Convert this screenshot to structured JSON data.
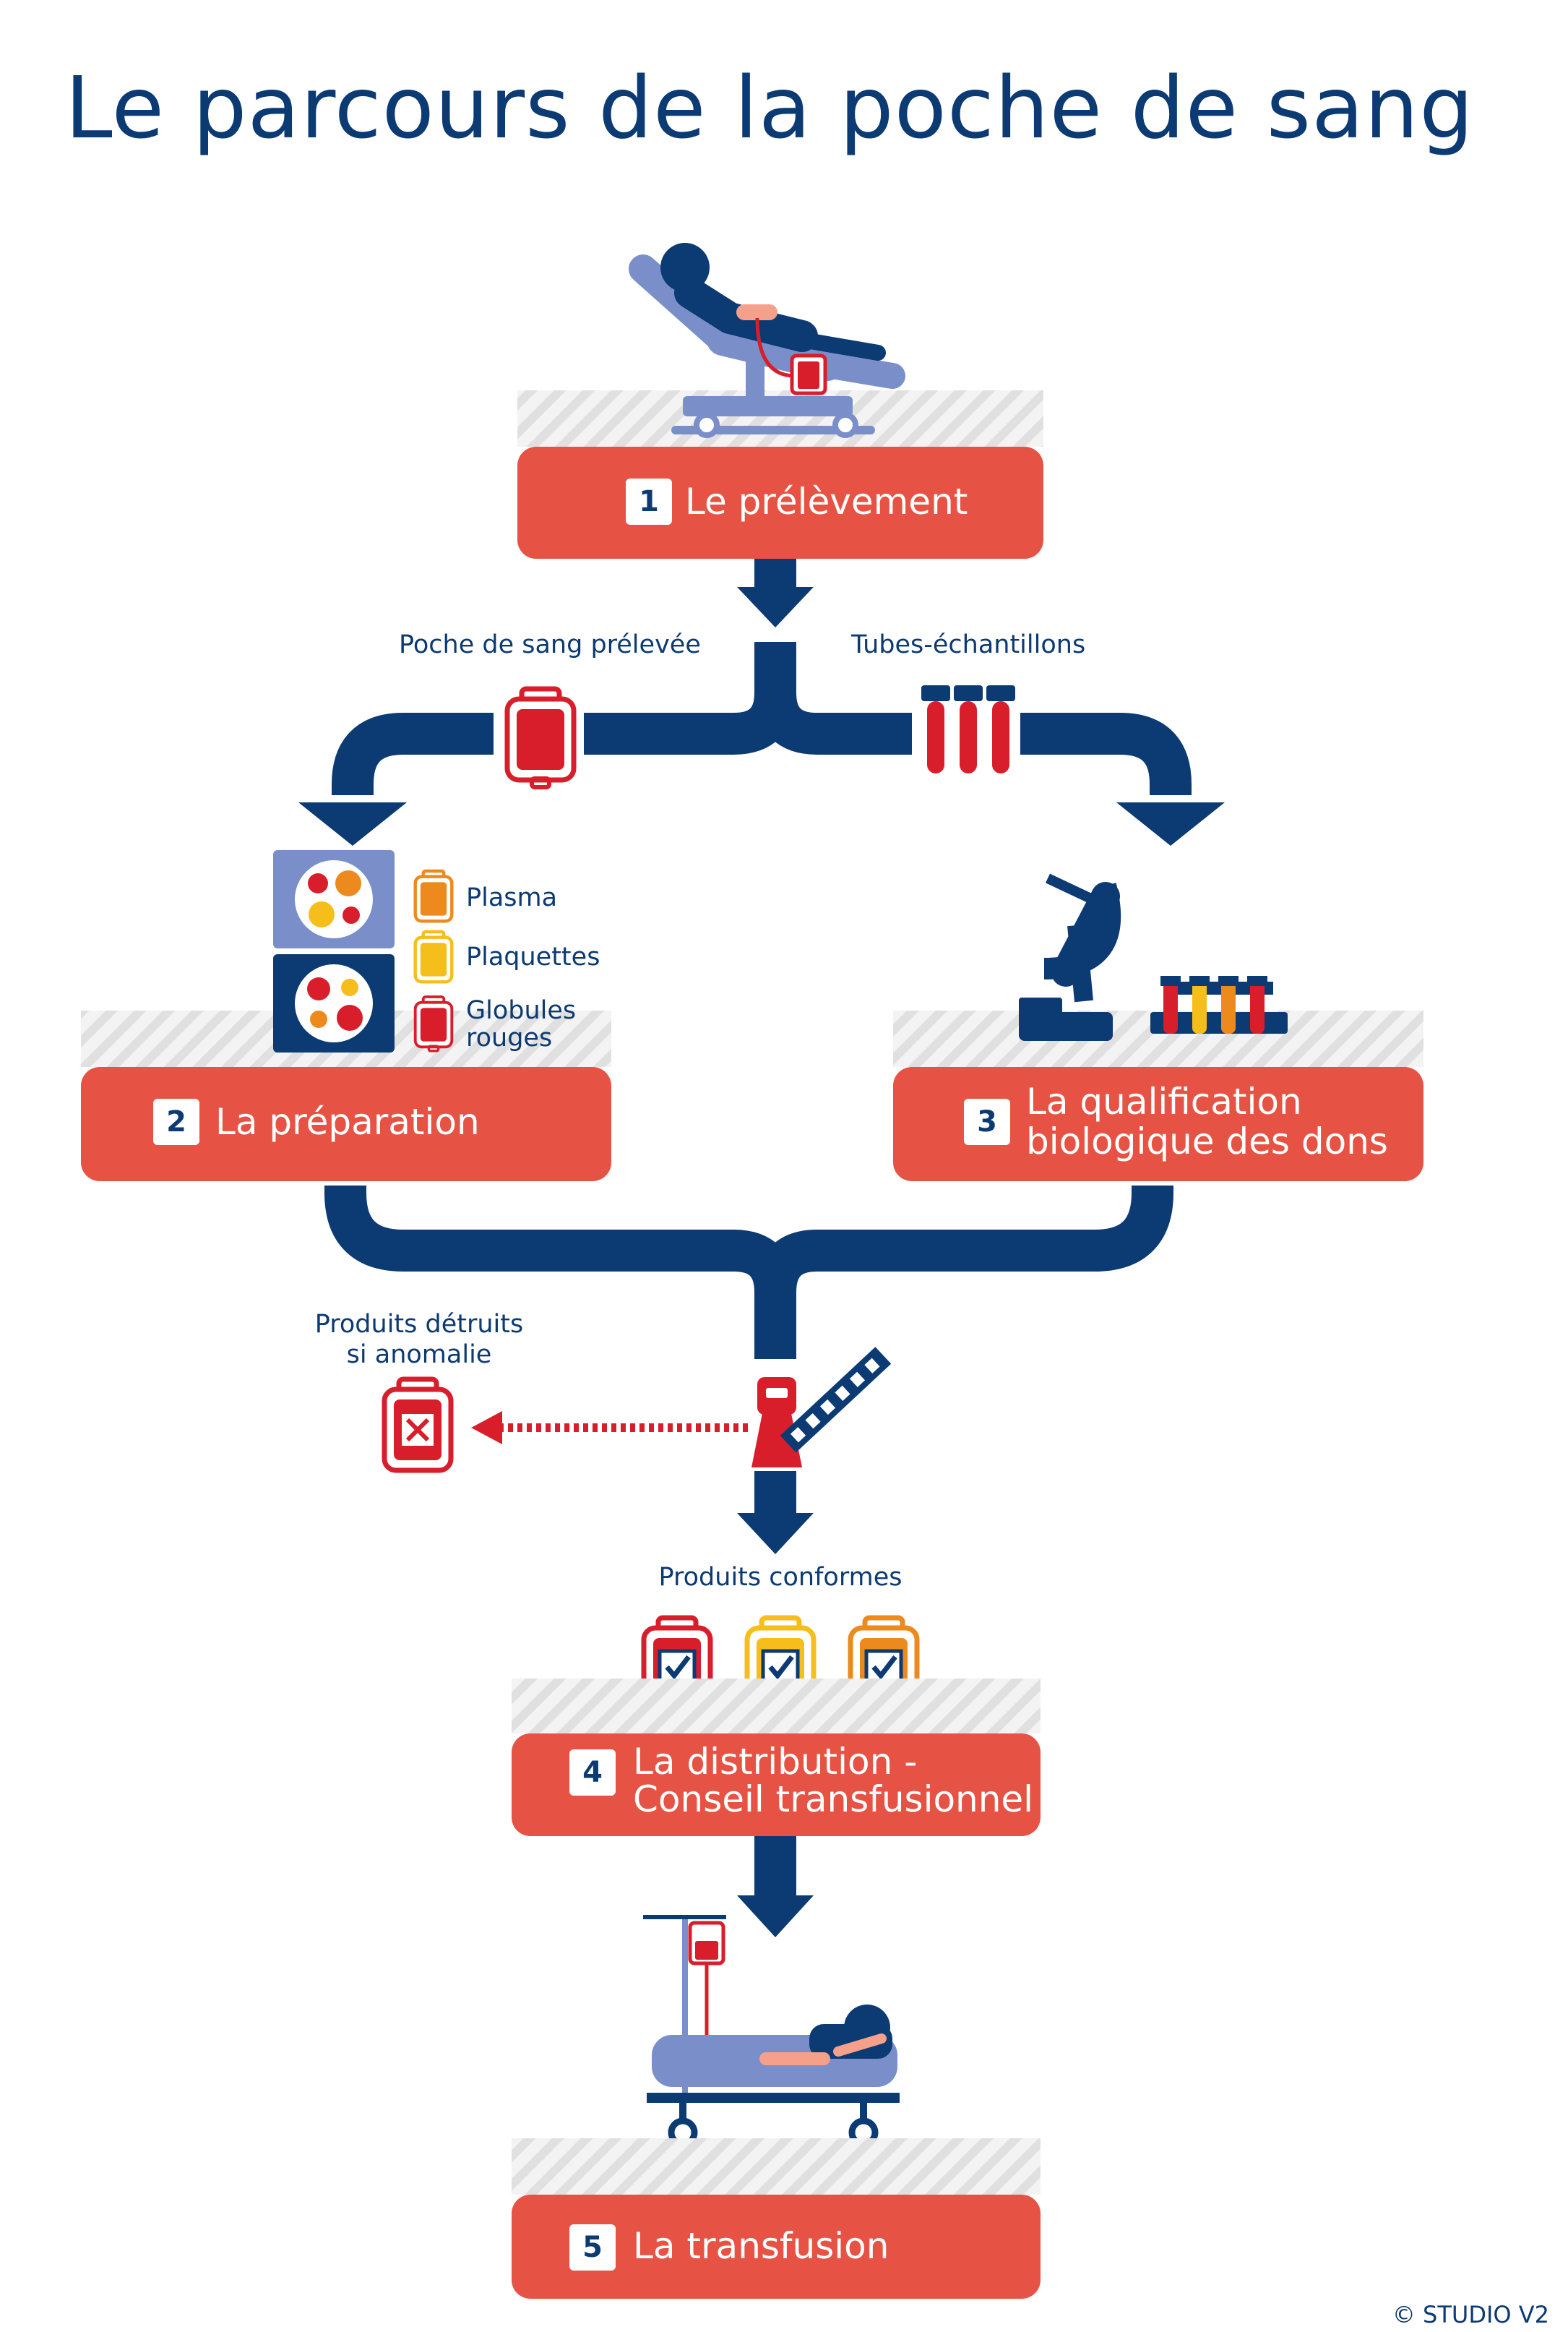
{
  "title": "Le parcours de la poche de sang",
  "stages": [
    {
      "number": "1",
      "label": "Le prélèvement"
    },
    {
      "number": "2",
      "label": "La préparation"
    },
    {
      "number": "3",
      "label_line1": "La qualification",
      "label_line2": "biologique des dons"
    },
    {
      "number": "4",
      "label_line1": "La distribution -",
      "label_line2": "Conseil transfusionnel"
    },
    {
      "number": "5",
      "label": "La transfusion"
    }
  ],
  "labels": {
    "blood_bag": "Poche de sang prélevée",
    "sample_tubes": "Tubes-échantillons",
    "destroyed_line1": "Produits détruits",
    "destroyed_line2": "si anomalie",
    "compliant": "Produits conformes"
  },
  "components": {
    "plasma": "Plasma",
    "platelets": "Plaquettes",
    "red_cells_line1": "Globules",
    "red_cells_line2": "rouges"
  },
  "copyright": "STUDIO V2",
  "colors": {
    "navy": "#0c3a73",
    "coral": "#e65344",
    "red": "#d81e2b",
    "orange": "#ec8a1d",
    "yellow": "#f6be1a",
    "lavender": "#7a8fca"
  }
}
